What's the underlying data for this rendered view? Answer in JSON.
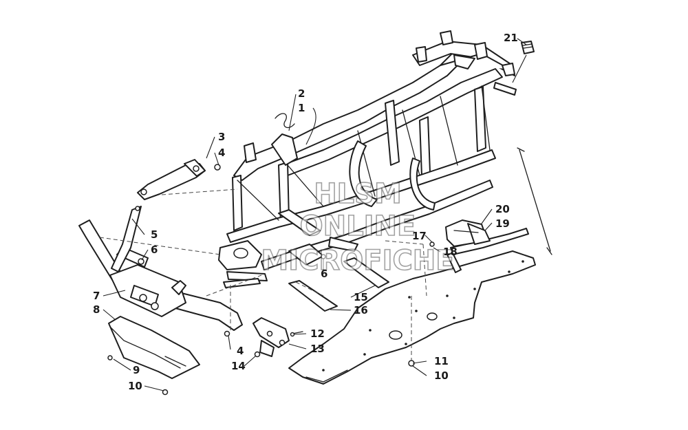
{
  "watermark": {
    "line1": "HLSM",
    "line2": "ONLINE",
    "line3": "MICROFICHE"
  },
  "callouts": {
    "c1": "1",
    "c2": "2",
    "c3": "3",
    "c4a": "4",
    "c4b": "4",
    "c5": "5",
    "c6a": "6",
    "c6b": "6",
    "c7": "7",
    "c8": "8",
    "c9": "9",
    "c10a": "10",
    "c10b": "10",
    "c11": "11",
    "c12": "12",
    "c13": "13",
    "c14": "14",
    "c15": "15",
    "c16": "16",
    "c17": "17",
    "c18": "18",
    "c19": "19",
    "c20": "20",
    "c21": "21"
  }
}
